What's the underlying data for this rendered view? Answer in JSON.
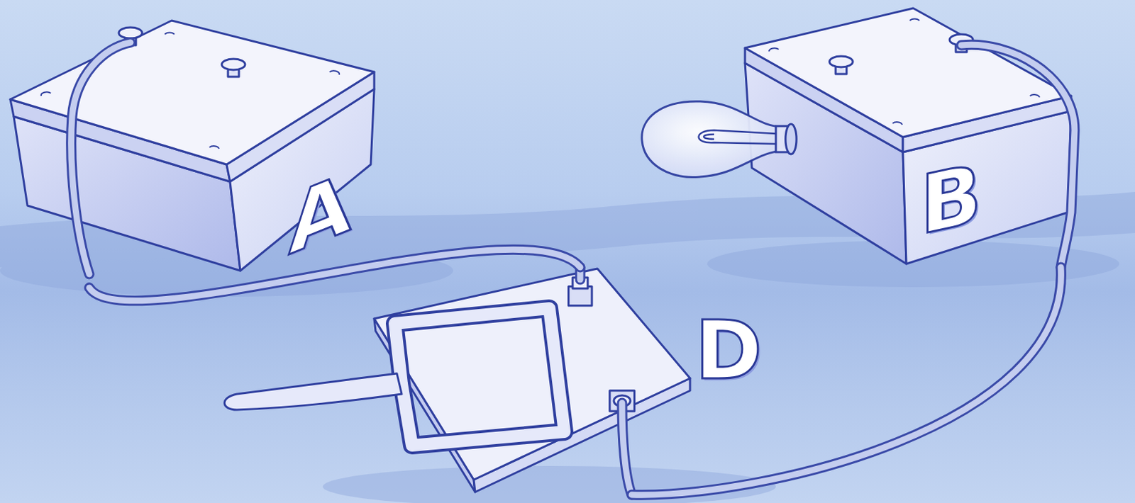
{
  "diagram": {
    "nodes": [
      {
        "text": [
          "A"
        ]
      },
      {
        "text": [
          "B"
        ]
      },
      {
        "text": [
          "D"
        ]
      }
    ],
    "edges": [
      {
        "from": 0,
        "to": 2,
        "arrow": "none"
      },
      {
        "from": 2,
        "to": 1,
        "arrow": "none"
      }
    ]
  }
}
